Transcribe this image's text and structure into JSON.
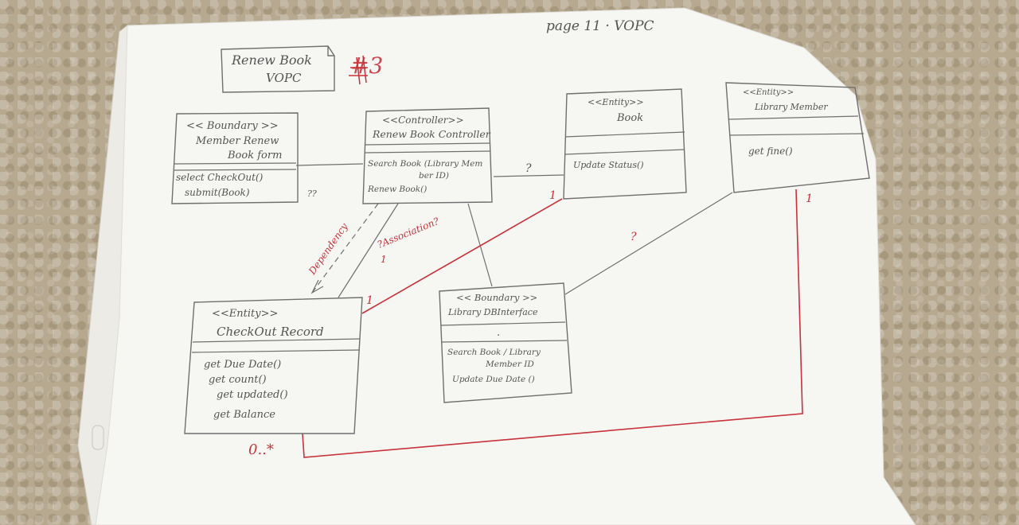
{
  "page_header": "page 11 · VOPC",
  "title_box": {
    "line1": "Renew Book",
    "line2": "VOPC"
  },
  "version_mark": "#3",
  "classes": {
    "member_renew_book_form": {
      "stereotype": "<< Boundary >>",
      "name_line1": "Member Renew",
      "name_line2": "Book form",
      "operations": [
        "select CheckOut()",
        "submit(Book)"
      ]
    },
    "renew_book_controller": {
      "stereotype": "<<Controller>>",
      "name": "Renew Book Controller",
      "operations": [
        "Search Book (Library Mem",
        "ber ID)",
        "Renew Book()"
      ]
    },
    "book": {
      "stereotype": "<<Entity>>",
      "name": "Book",
      "operations": [
        "Update Status()"
      ]
    },
    "library_member": {
      "stereotype": "<<Entity>>",
      "name": "Library Member",
      "operations": [
        "get fine()"
      ]
    },
    "checkout_record": {
      "stereotype": "<<Entity>>",
      "name": "CheckOut Record",
      "operations": [
        "get Due Date()",
        "get count()",
        "get updated()",
        "get Balance"
      ]
    },
    "library_db_interface": {
      "stereotype": "<< Boundary >>",
      "name": "Library DBInterface",
      "attribute": ".",
      "operations": [
        "Search Book / Library",
        "Member ID",
        "Update Due Date ()"
      ]
    }
  },
  "labels": {
    "form_question": "??",
    "controller_book_question": "?",
    "dependency": "Dependency",
    "association": "?Association?",
    "association_mult": "1",
    "db_member_question": "?",
    "book_checkout_mult_book": "1",
    "book_checkout_mult_checkout": "1",
    "member_mult": "1",
    "checkout_mult": "0..*"
  }
}
